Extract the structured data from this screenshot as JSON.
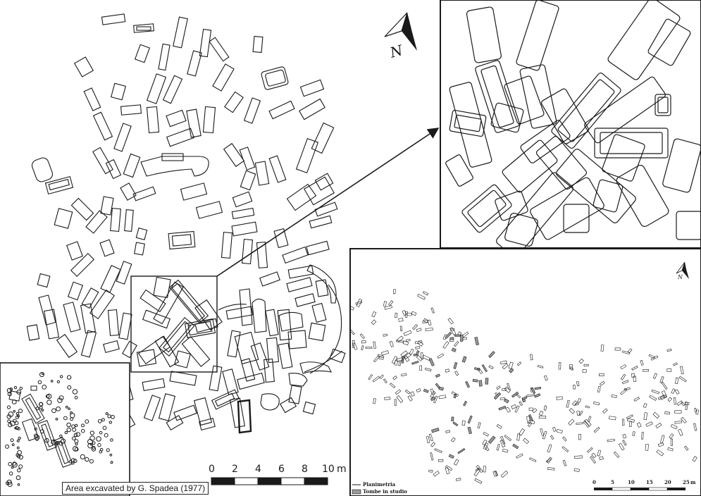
{
  "caption": "Area excavated by G. Spadea (1977)",
  "main_scale": {
    "ticks": [
      "0",
      "2",
      "4",
      "6",
      "8",
      "10"
    ],
    "unit": "m"
  },
  "site_scale": {
    "ticks": [
      "0",
      "5",
      "10",
      "15",
      "20",
      "25"
    ],
    "unit": "m"
  },
  "north_label": "N",
  "legend": {
    "planimetry_label": "Planimetria",
    "tombs_label": "Tombe in studio"
  },
  "colors": {
    "ink": "#1a1a1a",
    "tomb_fill": "#9a9a9a",
    "paper": "#ffffff"
  }
}
